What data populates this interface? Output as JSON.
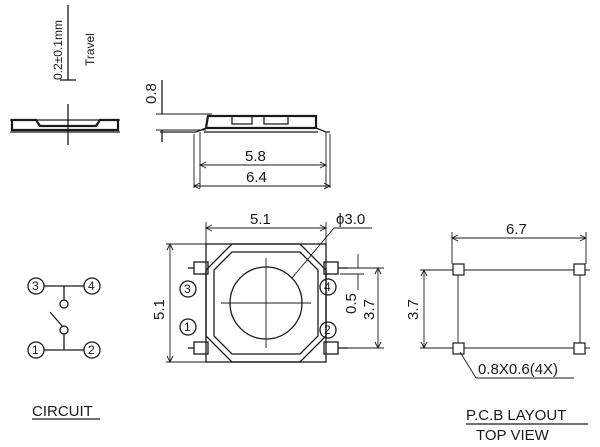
{
  "side_view": {
    "travel_dim": "0.2±0.1mm",
    "travel_label": "Travel"
  },
  "profile_view": {
    "height": "0.8",
    "body_width": "5.8",
    "overall_width": "6.4"
  },
  "top_view": {
    "body_size": "5.1",
    "body_size_vertical": "5.1",
    "actuator_dia": "ϕ3.0",
    "terminal_gap": "0.5",
    "terminal_span": "3.7",
    "pins": [
      "1",
      "2",
      "3",
      "4"
    ]
  },
  "circuit": {
    "title": "CIRCUIT",
    "pins": [
      "1",
      "2",
      "3",
      "4"
    ]
  },
  "pcb": {
    "title": "P.C.B LAYOUT",
    "subtitle": "TOP VIEW",
    "width": "6.7",
    "height": "3.7",
    "pad_note": "0.8X0.6(4X)"
  }
}
